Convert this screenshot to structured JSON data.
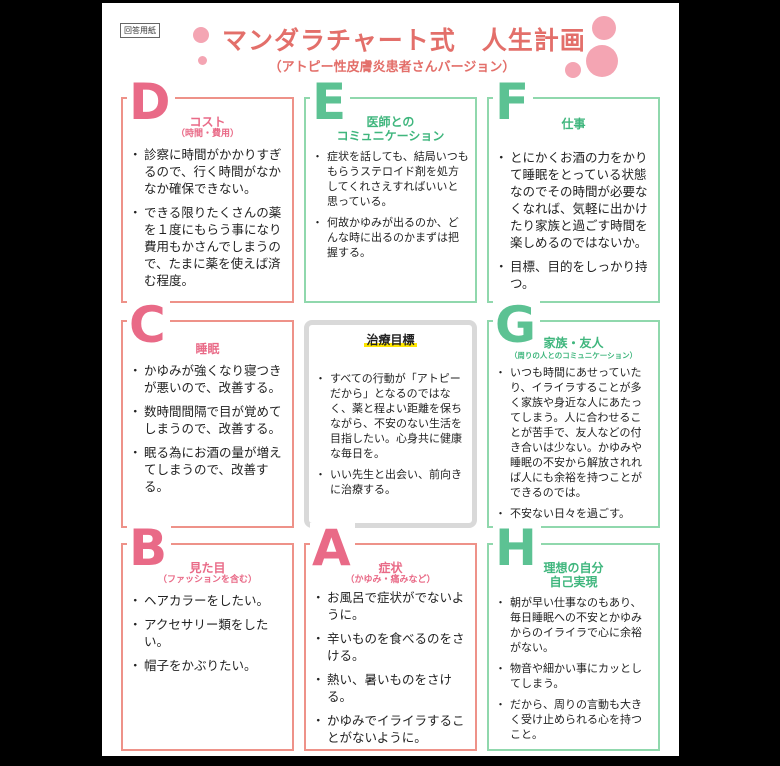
{
  "header": {
    "label": "回答用紙",
    "title": "マンダラチャート式　人生計画",
    "subtitle": "（アトピー性皮膚炎患者さんバージョン）"
  },
  "colors": {
    "pink": "#e96a87",
    "pink_border": "#ee9289",
    "green": "#3fb67d",
    "green_border": "#90d8ad",
    "title": "#e36f6a",
    "highlight": "#ffe600"
  },
  "cells": {
    "D": {
      "letter": "D",
      "title": "コスト",
      "subtitle": "（時間・費用）",
      "items": [
        "診察に時間がかかりすぎるので、行く時間がなかなか確保できない。",
        "できる限りたくさんの薬を１度にもらう事になり費用もかさんでしまうので、たまに薬を使えば済む程度。"
      ]
    },
    "E": {
      "letter": "E",
      "title": "医師との",
      "subtitle": "コミュニケーション",
      "items": [
        "症状を話しても、結局いつももらうステロイド剤を処方してくれさえすればいいと思っている。",
        "何故かゆみが出るのか、どんな時に出るのかまずは把握する。"
      ]
    },
    "F": {
      "letter": "F",
      "title": "仕事",
      "items": [
        "とにかくお酒の力をかりて睡眠をとっている状態なのでその時間が必要なくなれば、気軽に出かけたり家族と過ごす時間を楽しめるのではないか。",
        "目標、目的をしっかり持つ。"
      ]
    },
    "C": {
      "letter": "C",
      "title": "睡眠",
      "items": [
        "かゆみが強くなり寝つきが悪いので、改善する。",
        "数時間間隔で目が覚めてしまうので、改善する。",
        "眠る為にお酒の量が増えてしまうので、改善する。"
      ]
    },
    "center": {
      "title": "治療目標",
      "items": [
        "すべての行動が「アトピーだから」となるのではなく、薬と程よい距離を保ちながら、不安のない生活を目指したい。心身共に健康な毎日を。",
        "いい先生と出会い、前向きに治療する。"
      ]
    },
    "G": {
      "letter": "G",
      "title": "家族・友人",
      "subtitle": "（周りの人とのコミュニケーション）",
      "items": [
        "いつも時間にあせっていたり、イライラすることが多く家族や身近な人にあたってしまう。人に合わせることが苦手で、友人などの付き合いは少ない。かゆみや睡眠の不安から解放されれば人にも余裕を持つことができるのでは。",
        "不安ない日々を過ごす。"
      ]
    },
    "B": {
      "letter": "B",
      "title": "見た目",
      "subtitle": "（ファッションを含む）",
      "items": [
        "ヘアカラーをしたい。",
        "アクセサリー類をしたい。",
        "帽子をかぶりたい。"
      ]
    },
    "A": {
      "letter": "A",
      "title": "症状",
      "subtitle": "（かゆみ・痛みなど）",
      "items": [
        "お風呂で症状がでないように。",
        "辛いものを食べるのをさける。",
        "熱い、暑いものをさける。",
        "かゆみでイライラすることがないように。"
      ]
    },
    "H": {
      "letter": "H",
      "title": "理想の自分",
      "subtitle": "自己実現",
      "items": [
        "朝が早い仕事なのもあり、毎日睡眠への不安とかゆみからのイライラで心に余裕がない。",
        "物音や細かい事にカッとしてしまう。",
        "だから、周りの言動も大きく受け止められる心を持つこと。"
      ]
    }
  }
}
